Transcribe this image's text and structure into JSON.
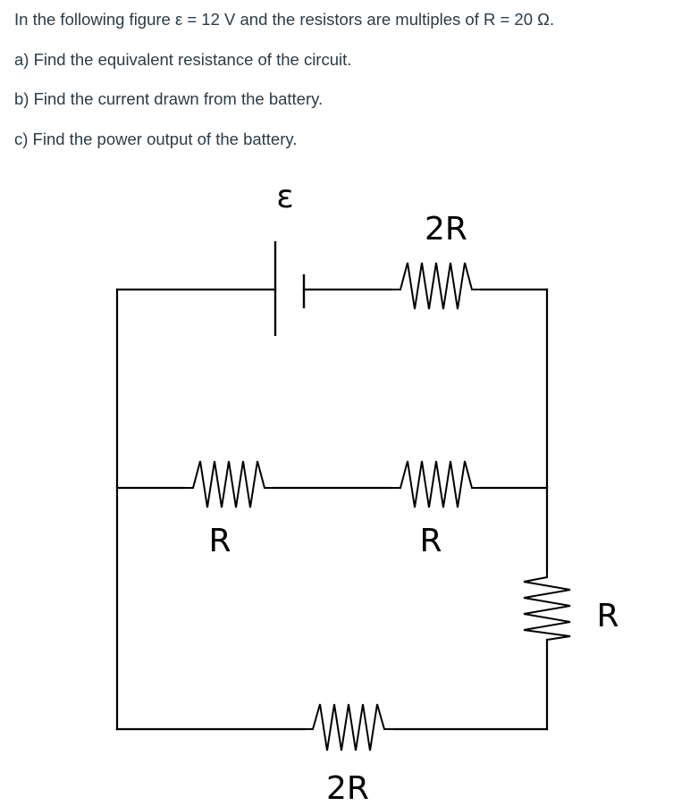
{
  "question": {
    "intro": "In the following figure ε = 12 V and the resistors are multiples of R = 20 Ω.",
    "part_a": "a) Find the equivalent resistance of the circuit.",
    "part_b": "b) Find the current drawn from the battery.",
    "part_c": "c) Find the power output of the battery."
  },
  "circuit": {
    "battery_label": "ε",
    "resistor_top_label": "2R",
    "resistor_mid_left_label": "R",
    "resistor_mid_right_label": "R",
    "resistor_right_label": "R",
    "resistor_bottom_label": "2R"
  }
}
